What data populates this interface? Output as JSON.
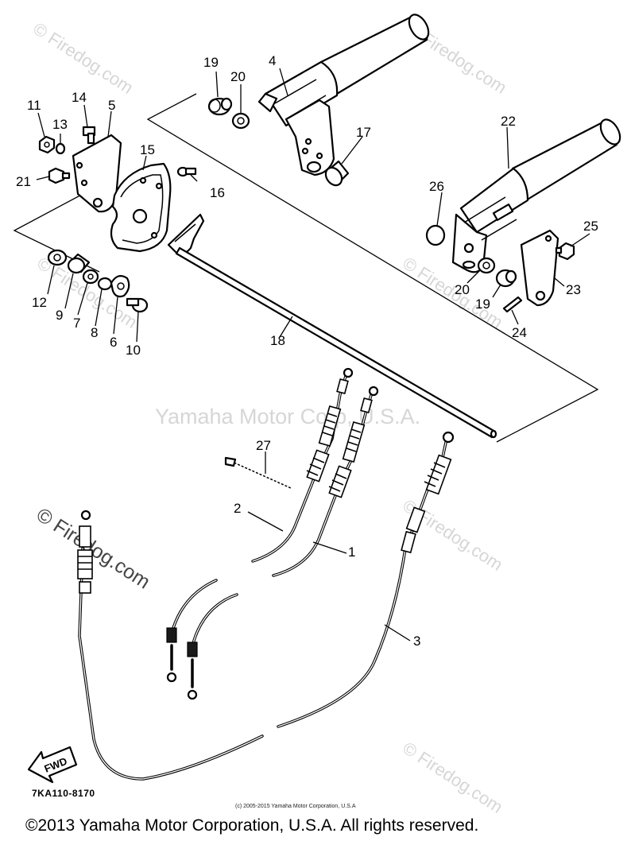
{
  "watermarks": {
    "firedog": "© Firedog.com",
    "yamaha": "Yamaha Motor Corp, U.S.A."
  },
  "diagram": {
    "part_numbers": [
      "1",
      "2",
      "3",
      "4",
      "5",
      "6",
      "7",
      "8",
      "9",
      "10",
      "11",
      "12",
      "13",
      "14",
      "15",
      "16",
      "17",
      "18",
      "19",
      "20",
      "21",
      "22",
      "23",
      "24",
      "25",
      "26",
      "27"
    ],
    "figure_code": "7KA110-8170",
    "fwd_label": "FWD"
  },
  "footer": {
    "small_copyright": "(c) 2005-2015 Yamaha Motor Corporation, U.S.A",
    "copyright": "©2013 Yamaha Motor Corporation, U.S.A. All rights reserved."
  }
}
